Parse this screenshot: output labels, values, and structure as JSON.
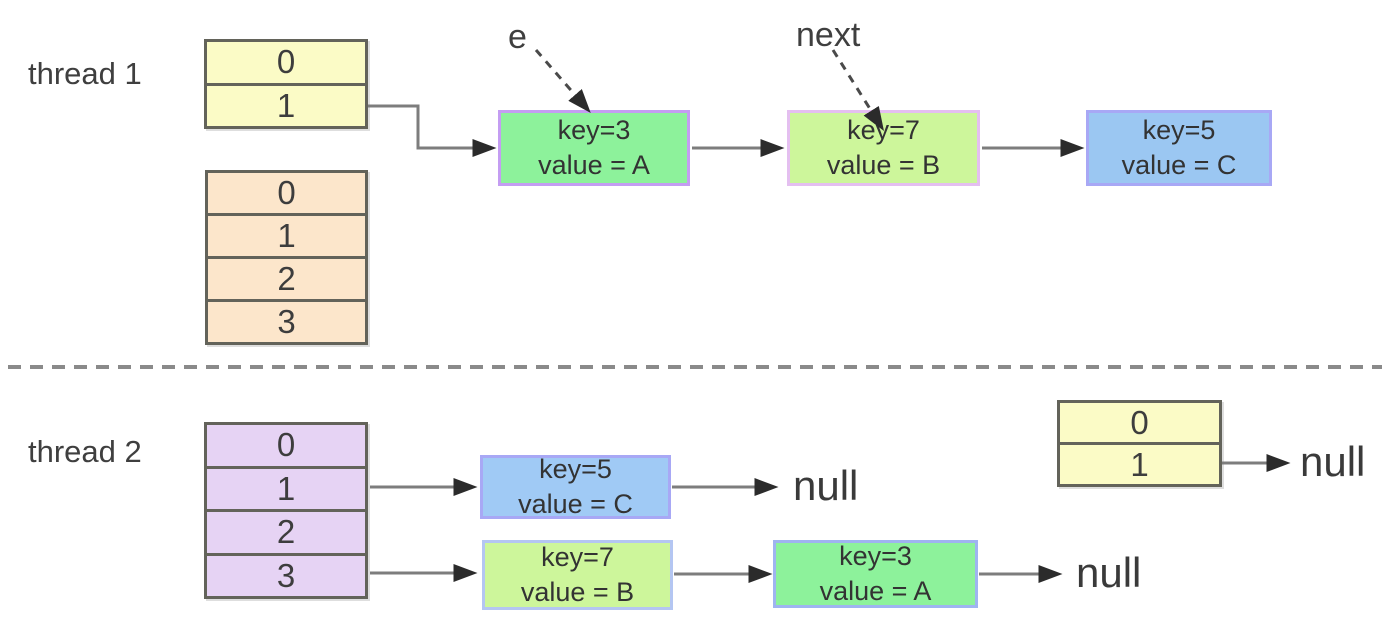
{
  "labels": {
    "thread1": "thread 1",
    "thread2": "thread 2",
    "pointer_e": "e",
    "pointer_next": "next",
    "null_after_t2_key5": "null",
    "null_after_t2_key3": "null",
    "null_after_t2_small_table": "null"
  },
  "colors": {
    "connector_line": "#7d7d7d",
    "arrowhead": "#2b2b2b",
    "pointer_dashed_line": "#4a4a4a",
    "divider_dashed": "#8a8a8a",
    "table_border": "#63635a",
    "text": "#3d3d3d"
  },
  "tables": {
    "thread1_small": {
      "fill": "#fbfbc6",
      "cells": [
        "0",
        "1"
      ]
    },
    "thread1_large": {
      "fill": "#fce6cb",
      "cells": [
        "0",
        "1",
        "2",
        "3"
      ]
    },
    "thread2_large": {
      "fill": "#e6d3f4",
      "cells": [
        "0",
        "1",
        "2",
        "3"
      ]
    },
    "thread2_small": {
      "fill": "#fbfbc6",
      "cells": [
        "0",
        "1"
      ]
    }
  },
  "nodes": {
    "t1_key3": {
      "key": "key=3",
      "value": "value = A",
      "fill": "#8df29b",
      "border": "#c49df2"
    },
    "t1_key7": {
      "key": "key=7",
      "value": "value = B",
      "fill": "#cdf69b",
      "border": "#e4bff0"
    },
    "t1_key5": {
      "key": "key=5",
      "value": "value = C",
      "fill": "#9bc7f2",
      "border": "#a8a8f5"
    },
    "t2_key5": {
      "key": "key=5",
      "value": "value = C",
      "fill": "#a0caf5",
      "border": "#a8a8f5"
    },
    "t2_key7": {
      "key": "key=7",
      "value": "value = B",
      "fill": "#cdf69b",
      "border": "#b4c6f2"
    },
    "t2_key3": {
      "key": "key=3",
      "value": "value = A",
      "fill": "#8df29b",
      "border": "#9fb4f0"
    }
  }
}
